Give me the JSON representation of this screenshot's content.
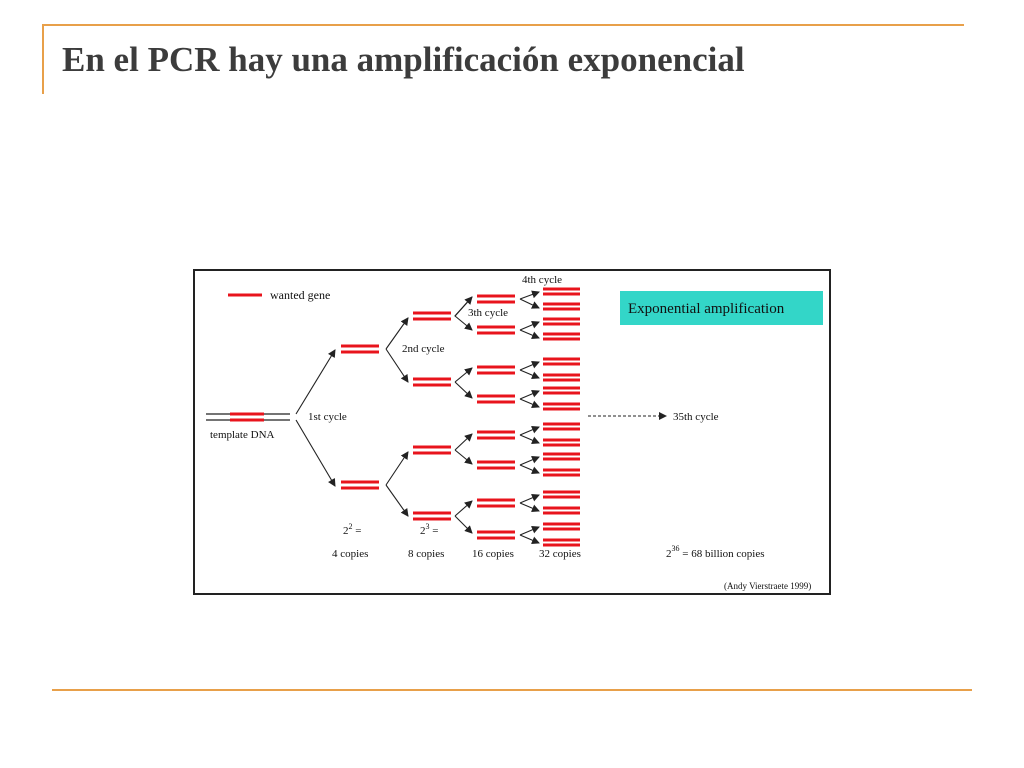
{
  "slide": {
    "title": "En el PCR hay una amplificación exponencial",
    "accent_color": "#e8a04a"
  },
  "diagram": {
    "legend_label": "wanted gene",
    "template_label": "template DNA",
    "cycle_labels": [
      "1st cycle",
      "2nd cycle",
      "3th cycle",
      "4th cycle",
      "35th cycle"
    ],
    "exponential_label": "Exponential amplification",
    "copies_labels": [
      {
        "base": "2",
        "exponent": "2",
        "suffix": " =",
        "copies": "4 copies"
      },
      {
        "base": "2",
        "exponent": "3",
        "suffix": " =",
        "copies": "8 copies"
      },
      {
        "copies": "16 copies"
      },
      {
        "copies": "32 copies"
      }
    ],
    "final": {
      "base": "2",
      "exponent": "36",
      "text": " = 68 billion copies"
    },
    "credit": "(Andy Vierstraete 1999)",
    "gene_color": "#e8141c",
    "box_color": "#33d6c8"
  }
}
